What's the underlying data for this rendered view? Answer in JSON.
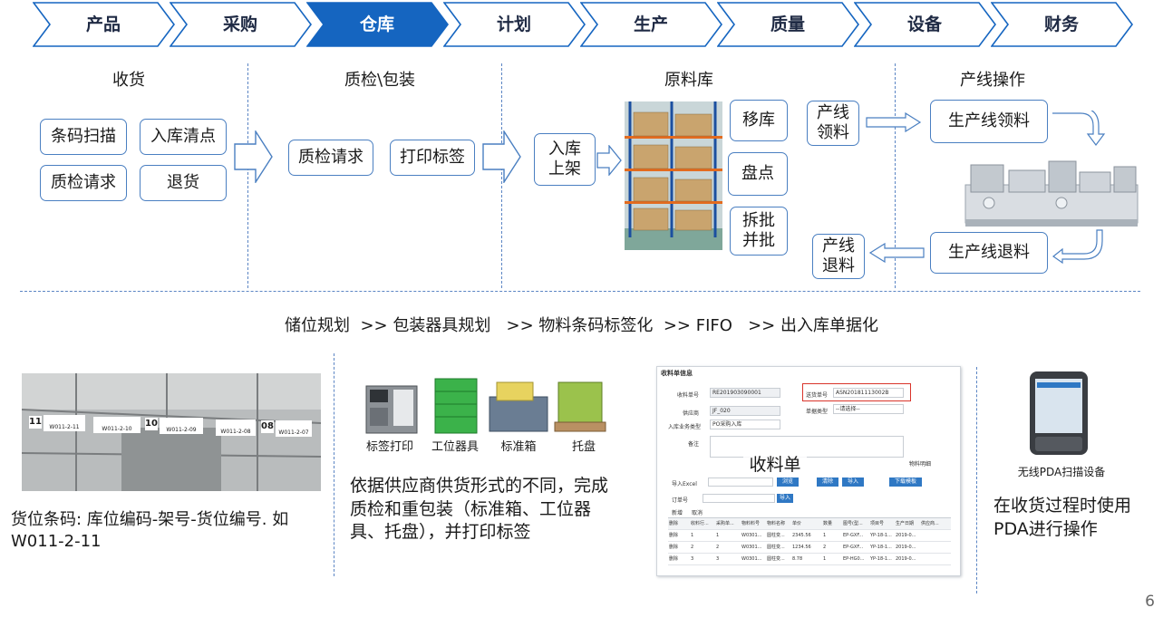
{
  "nav": {
    "items": [
      {
        "label": "产品",
        "active": false
      },
      {
        "label": "采购",
        "active": false
      },
      {
        "label": "仓库",
        "active": true
      },
      {
        "label": "计划",
        "active": false
      },
      {
        "label": "生产",
        "active": false
      },
      {
        "label": "质量",
        "active": false
      },
      {
        "label": "设备",
        "active": false
      },
      {
        "label": "财务",
        "active": false
      }
    ],
    "active_color": "#1565c0",
    "border_color": "#1565c0"
  },
  "sections": {
    "receiving": {
      "title": "收货",
      "boxes": [
        "条码扫描",
        "入库清点",
        "质检请求",
        "退货"
      ]
    },
    "qc_packing": {
      "title": "质检\\包装",
      "boxes": [
        "质检请求",
        "打印标签"
      ]
    },
    "raw_warehouse": {
      "title": "原料库",
      "putaway": "入库\n上架",
      "boxes": [
        "移库",
        "盘点",
        "拆批\n并批"
      ]
    },
    "line_ops": {
      "title": "产线操作",
      "line_pick": "产线\n领料",
      "line_return": "产线\n退料",
      "pick_box": "生产线领料",
      "return_box": "生产线退料"
    }
  },
  "summary_line": "储位规划  >> 包装器具规划   >> 物料条码标签化  >> FIFO   >> 出入库单据化",
  "bottom": {
    "barcode": {
      "labels": [
        "11",
        "W011-2-11",
        "W011-2-10",
        "10",
        "W011-2-09",
        "W011-2-08",
        "08",
        "W011-2-07"
      ],
      "text": "货位条码: 库位编码-架号-货位编号. 如 W011-2-11"
    },
    "packaging": {
      "captions": [
        "标签打印",
        "工位器具",
        "标准箱",
        "托盘"
      ],
      "text": "依据供应商供货形式的不同，完成质检和重包装（标准箱、工位器具、托盘），并打印标签"
    },
    "form": {
      "header": "收料单信息",
      "overlay_label": "收料单",
      "fields": {
        "doc_no_label": "收料单号",
        "doc_no": "RE201903090001",
        "supplier_label": "供应商",
        "supplier": "JF_020",
        "business_label": "入库业务类型",
        "business": "PO采购入库",
        "remark_label": "备注",
        "delivery_label": "送货单号",
        "delivery": "ASN20181113002B",
        "doc_type_label": "单据类型",
        "doc_type": "--请选择--",
        "import_excel_label": "导入Excel",
        "order_label": "订单号",
        "material_detail": "物料明细"
      },
      "buttons": [
        "浏览",
        "清除",
        "导入",
        "下载模板",
        "导入"
      ],
      "toolbar": [
        "新增",
        "取消"
      ],
      "columns": [
        "删除",
        "收料行...",
        "采购单...",
        "物料料号",
        "物料名称",
        "单价",
        "数量",
        "图号(型...",
        "项目号",
        "生产日期",
        "供应商..."
      ],
      "rows": [
        [
          "删除",
          "1",
          "1",
          "W0301...",
          "圆柱变...",
          "2345.56",
          "1",
          "EP-GXF...",
          "YP-18-1...",
          "2019-0...",
          ""
        ],
        [
          "删除",
          "2",
          "2",
          "W0301...",
          "圆柱变...",
          "1234.56",
          "2",
          "EP-GXF...",
          "YP-18-1...",
          "2019-0...",
          ""
        ],
        [
          "删除",
          "3",
          "3",
          "W0301...",
          "圆柱变...",
          "8.78",
          "1",
          "EP-HG0...",
          "YP-18-1...",
          "2019-0...",
          ""
        ]
      ]
    },
    "pda": {
      "caption": "无线PDA扫描设备",
      "text": "在收货过程时使用PDA进行操作"
    }
  },
  "page_number": "6"
}
